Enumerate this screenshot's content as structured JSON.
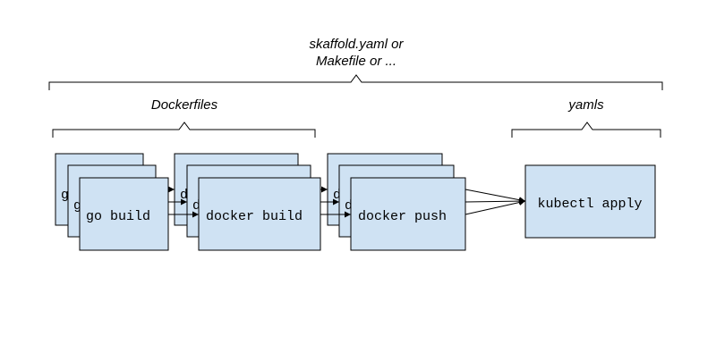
{
  "labels": {
    "top_line1": "skaffold.yaml or",
    "top_line2": "Makefile or ...",
    "dockerfiles": "Dockerfiles",
    "yamls": "yamls"
  },
  "stages": {
    "go_build": "go build",
    "docker_build": "docker build",
    "docker_push": "docker push",
    "kubectl_apply": "kubectl apply"
  },
  "colors": {
    "box_fill": "#cfe2f3",
    "stroke": "#000000"
  }
}
